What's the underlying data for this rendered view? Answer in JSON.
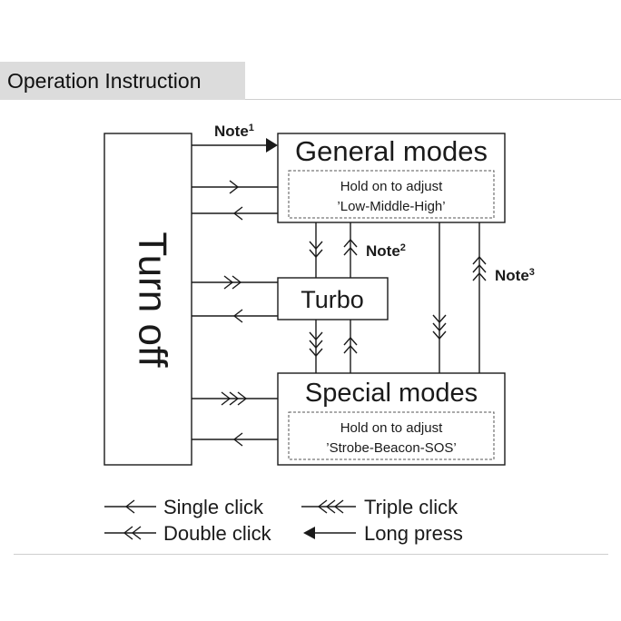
{
  "header": {
    "title": "Operation Instruction"
  },
  "diagram": {
    "turn_off": "Turn off",
    "general_modes": {
      "title": "General modes",
      "hint_line1": "Hold on to adjust",
      "hint_line2": "’Low-Middle-High’"
    },
    "turbo": {
      "title": "Turbo"
    },
    "special_modes": {
      "title": "Special modes",
      "hint_line1": "Hold on to adjust",
      "hint_line2": "’Strobe-Beacon-SOS’"
    },
    "notes": {
      "note1_text": "Note",
      "note1_sup": "1",
      "note2_text": "Note",
      "note2_sup": "2",
      "note3_text": "Note",
      "note3_sup": "3"
    }
  },
  "legend": {
    "single_click": "Single click",
    "double_click": "Double click",
    "triple_click": "Triple click",
    "long_press": "Long press"
  },
  "colors": {
    "line": "#1a1a1a",
    "dashed": "#555555",
    "header_band": "#dcdcdc"
  }
}
